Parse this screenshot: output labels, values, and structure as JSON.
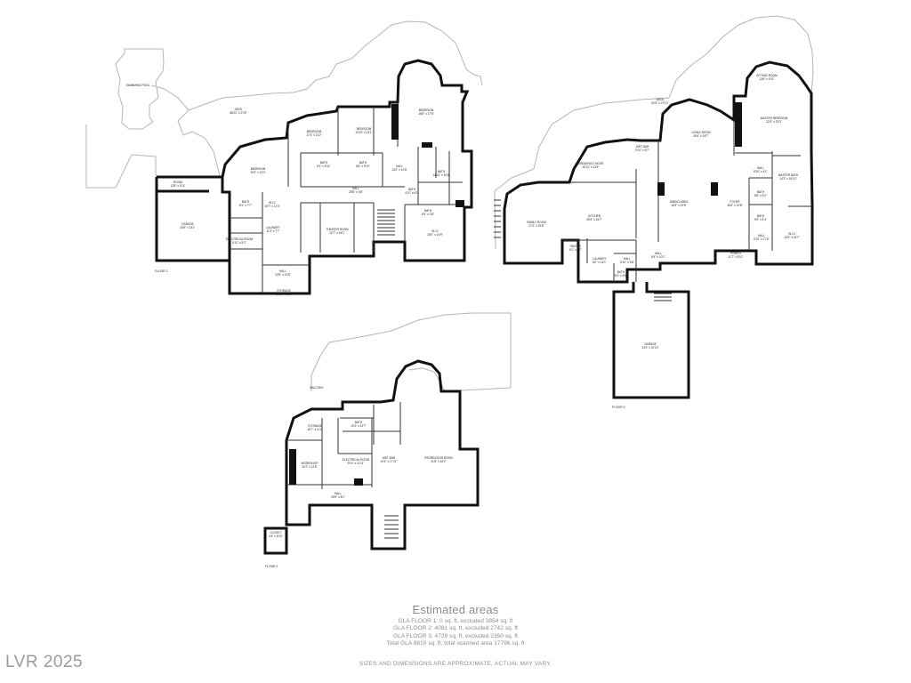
{
  "floors": [
    {
      "label": "FLOOR 2",
      "outdoor": [
        "SWIMMING POOL",
        "DECK"
      ],
      "rooms": [
        {
          "name": "DECK",
          "dims": "88'11\" x 27'8\""
        },
        {
          "name": "BEDROOM",
          "dims": "19'3\" x 13'3\""
        },
        {
          "name": "BEDROOM",
          "dims": "17'4\" x 21'2\""
        },
        {
          "name": "BEDROOM",
          "dims": "13'10\" x 13'1\""
        },
        {
          "name": "BEDROOM",
          "dims": "18'5\" x 17'6\""
        },
        {
          "name": "BATH",
          "dims": "14'10\" x 10'8\""
        },
        {
          "name": "HALL",
          "dims": "14'2\" x 10'8\""
        },
        {
          "name": "HALL",
          "dims": "25'8\" x 3'8\""
        },
        {
          "name": "W.I.C",
          "dims": "10'7\" x 12'0\""
        },
        {
          "name": "GARAGE",
          "dims": "25'9\" x 24'1\""
        },
        {
          "name": "ROOM",
          "dims": "12'8\" x 5'11\""
        },
        {
          "name": "LAUNDRY",
          "dims": "11'3\" x 7'7\""
        },
        {
          "name": "ELECTRICAL ROOM",
          "dims": "6'11\" x 5'2\""
        },
        {
          "name": "THEATER ROOM",
          "dims": "22'7\" x 15'1\""
        },
        {
          "name": "W.I.C",
          "dims": "16'0\" x 16'9\""
        },
        {
          "name": "HALL",
          "dims": "24'9\" x 13'5\""
        },
        {
          "name": "STORAGE",
          "dims": "11'10\" x 5'2\""
        },
        {
          "name": "BATH",
          "dims": "4'11\" x 6'1\""
        },
        {
          "name": "BATH",
          "dims": "8'3\" x 3'8\""
        },
        {
          "name": "BATH",
          "dims": "8'1\" x 8'11\""
        },
        {
          "name": "BATH",
          "dims": "8'8\" x 9'10\""
        },
        {
          "name": "BATH",
          "dims": "8'1\" x 7'7\""
        }
      ]
    },
    {
      "label": "FLOOR 3",
      "outdoor": [
        "DECK"
      ],
      "rooms": [
        {
          "name": "DECK",
          "dims": "51'5\" x 27'10\""
        },
        {
          "name": "SITTING ROOM",
          "dims": "13'6\" x 9'11\""
        },
        {
          "name": "MASTER BEDROOM",
          "dims": "22'3\" x 23'3\""
        },
        {
          "name": "LIVING ROOM",
          "dims": "26'4\" x 18'7\""
        },
        {
          "name": "WET BAR",
          "dims": "9'10\" x 5'7\""
        },
        {
          "name": "BREAKFAST NOOK",
          "dims": "20'11\" x 13'5\""
        },
        {
          "name": "HALL",
          "dims": "8'10\" x 4'1\""
        },
        {
          "name": "MASTER BATH",
          "dims": "14'3\" x 16'10\""
        },
        {
          "name": "FAMILY ROOM",
          "dims": "27'2\" x 23'8\""
        },
        {
          "name": "KITCHEN",
          "dims": "25'3\" x 16'7\""
        },
        {
          "name": "DINING AREA",
          "dims": "18'3\" x 19'9\""
        },
        {
          "name": "FOYER",
          "dims": "18'4\" x 19'8\""
        },
        {
          "name": "BATH",
          "dims": "8'5\" x 5'2\""
        },
        {
          "name": "BATH",
          "dims": "5'9\" x 4'4\""
        },
        {
          "name": "HALL",
          "dims": "5'10\" x 7'10\""
        },
        {
          "name": "W.I.C",
          "dims": "13'3\" x 16'7\""
        },
        {
          "name": "PANTRY",
          "dims": "6'1\" x 7'7\""
        },
        {
          "name": "LAUNDRY",
          "dims": "8'0\" x 14'1\""
        },
        {
          "name": "HALL",
          "dims": "6'10\" x 3'8\""
        },
        {
          "name": "HALL",
          "dims": "8'4\" x 10'1\""
        },
        {
          "name": "BATH",
          "dims": "8'1\" x 5'6\""
        },
        {
          "name": "PORCH",
          "dims": "11'7\" x 5'11\""
        },
        {
          "name": "GARAGE",
          "dims": "24'3\" x 31'10\""
        }
      ]
    },
    {
      "label": "FLOOR 1",
      "outdoor": [
        "BALCONY"
      ],
      "rooms": [
        {
          "name": "STORAGE",
          "dims": "16'7\" x 11'1\""
        },
        {
          "name": "BATH",
          "dims": "10'2\" x 11'7\""
        },
        {
          "name": "WORKSHOP",
          "dims": "16'7\" x 12'6\""
        },
        {
          "name": "ELECTRICAL ROOM",
          "dims": "9'10\" x 11'11\""
        },
        {
          "name": "WET BAR",
          "dims": "12'6\" x 17'11\""
        },
        {
          "name": "RECREATION ROOM",
          "dims": "31'8\" x 46'2\""
        },
        {
          "name": "HALL",
          "dims": "28'9\" x 8'1\""
        },
        {
          "name": "CLOSET",
          "dims": "4'4\" x 5'10\""
        }
      ]
    }
  ],
  "estimated_areas": {
    "title": "Estimated areas",
    "lines": [
      "GLA FLOOR 1: 0 sq. ft, excluded 3854 sq. ft",
      "GLA FLOOR 2: 4081 sq. ft, excluded 2742 sq. ft",
      "GLA FLOOR 3: 4729 sq. ft, excluded 2390 sq. ft",
      "Total GLA 8810 sq. ft, total scanned area 17796 sq. ft"
    ]
  },
  "disclaimer": "SIZES AND DIMENSIONS ARE APPROXIMATE, ACTUAL MAY VARY.",
  "watermark": "LVR 2025"
}
